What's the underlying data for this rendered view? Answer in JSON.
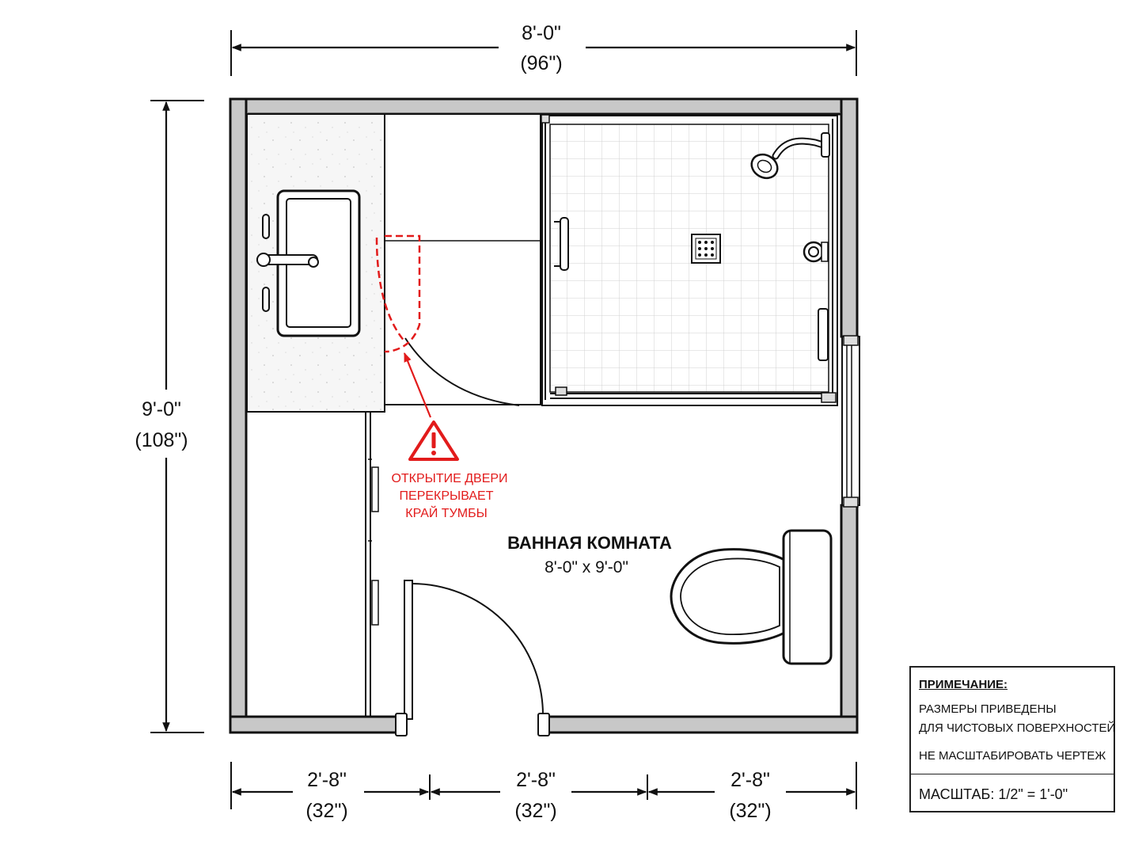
{
  "dimensions": {
    "top": {
      "ft": "8'-0\"",
      "in": "(96\")"
    },
    "left": {
      "ft": "9'-0\"",
      "in": "(108\")"
    },
    "bottom": [
      {
        "ft": "2'-8\"",
        "in": "(32\")"
      },
      {
        "ft": "2'-8\"",
        "in": "(32\")"
      },
      {
        "ft": "2'-8\"",
        "in": "(32\")"
      }
    ]
  },
  "room": {
    "title": "ВАННАЯ КОМНАТА",
    "size": "8'-0\" x 9'-0\""
  },
  "warning": {
    "lines": [
      "ОТКРЫТИЕ ДВЕРИ",
      "ПЕРЕКРЫВАЕТ",
      "КРАЙ ТУМБЫ"
    ],
    "color": "#e21b1b"
  },
  "notes": {
    "heading": "ПРИМЕЧАНИЕ:",
    "line1": "РАЗМЕРЫ ПРИВЕДЕНЫ",
    "line2": "ДЛЯ ЧИСТОВЫХ ПОВЕРХНОСТЕЙ",
    "line3": "НЕ МАСШТАБИРОВАТЬ ЧЕРТЕЖ",
    "scale": "МАСШТАБ: 1/2\" = 1'-0\""
  },
  "icons": [
    "sink-icon",
    "faucet-icon",
    "shower-head-icon",
    "floor-drain-icon",
    "toilet-icon",
    "warning-triangle-icon",
    "door-swing-icon"
  ],
  "colors": {
    "wall": "#c8c8c8",
    "line": "#111111",
    "warning": "#e21b1b"
  }
}
